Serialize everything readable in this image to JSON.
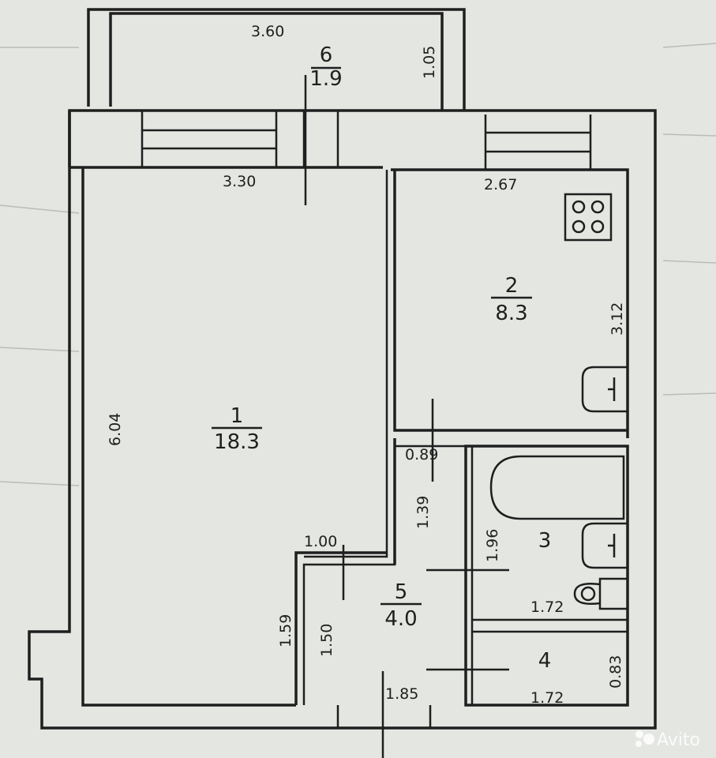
{
  "rooms": [
    {
      "id": "room-1",
      "number": "1",
      "area": "18.3"
    },
    {
      "id": "room-2",
      "number": "2",
      "area": "8.3"
    },
    {
      "id": "room-3",
      "number": "3",
      "area": ""
    },
    {
      "id": "room-4",
      "number": "4",
      "area": ""
    },
    {
      "id": "room-5",
      "number": "5",
      "area": "4.0"
    },
    {
      "id": "room-6",
      "number": "6",
      "area": "1.9"
    }
  ],
  "dimensions": {
    "balcony_width": "3.60",
    "balcony_depth": "1.05",
    "room1_width": "3.30",
    "room1_length": "6.04",
    "kitchen_width": "2.67",
    "kitchen_length": "3.12",
    "corridor_width": "0.89",
    "corridor_length": "1.39",
    "bath_length": "1.96",
    "bath_width": "1.72",
    "wc_width": "1.72",
    "wc_length": "0.83",
    "hall_width": "1.85",
    "hall_length": "1.50",
    "room1_niche_length": "1.59",
    "room1_niche_width": "1.00"
  },
  "watermark": {
    "text": "Avito"
  },
  "icons": [
    "stove-icon",
    "sink-icon",
    "bathtub-icon",
    "toilet-icon",
    "avito-logo-icon"
  ]
}
